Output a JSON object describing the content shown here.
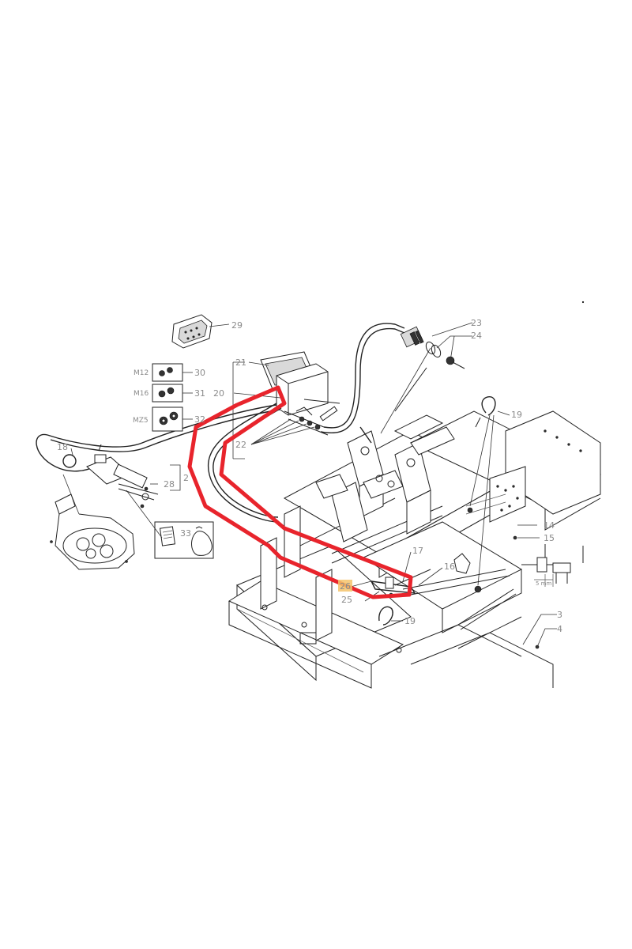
{
  "callouts": {
    "c29": "29",
    "c23": "23",
    "c24": "24",
    "c21": "21",
    "c20": "20",
    "c22": "22",
    "c30": "30",
    "c31": "31",
    "c32": "32",
    "c18": "18",
    "c2": "2",
    "c28": "28",
    "c33": "33",
    "c19a": "19",
    "c14": "14",
    "c15": "15",
    "c17": "17",
    "c16": "16",
    "c26": "26",
    "c25": "25",
    "c19b": "19",
    "c3": "3",
    "c4": "4"
  },
  "hardware_kits": {
    "m12": "M12",
    "m16": "M16",
    "mz5": "MZ5"
  },
  "dimension": {
    "gap": "5 mm"
  },
  "colors": {
    "highlight_outline": "#e8242c",
    "highlight_label_bg": "#f5c36b"
  }
}
